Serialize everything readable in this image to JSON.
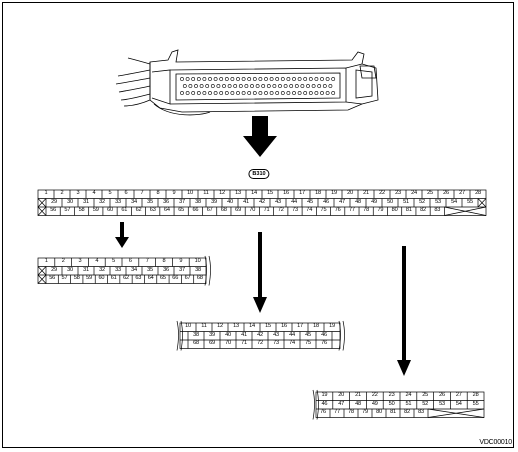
{
  "connector_label": "B310",
  "figure_code": "VDC00010",
  "full_connector": {
    "row1": [
      "1",
      "2",
      "3",
      "4",
      "5",
      "6",
      "7",
      "8",
      "9",
      "10",
      "11",
      "12",
      "13",
      "14",
      "15",
      "16",
      "17",
      "18",
      "19",
      "20",
      "21",
      "22",
      "23",
      "24",
      "25",
      "26",
      "27",
      "28"
    ],
    "row2": [
      "",
      "29",
      "30",
      "31",
      "32",
      "33",
      "34",
      "35",
      "36",
      "37",
      "38",
      "39",
      "40",
      "41",
      "42",
      "43",
      "44",
      "45",
      "46",
      "47",
      "48",
      "49",
      "50",
      "51",
      "52",
      "53",
      "54",
      "55",
      ""
    ],
    "row3": [
      "",
      "56",
      "57",
      "58",
      "59",
      "60",
      "61",
      "62",
      "63",
      "64",
      "65",
      "66",
      "67",
      "68",
      "69",
      "70",
      "71",
      "72",
      "73",
      "74",
      "75",
      "76",
      "77",
      "78",
      "79",
      "80",
      "81",
      "82",
      "83",
      ""
    ]
  },
  "section_left": {
    "row1": [
      "1",
      "2",
      "3",
      "4",
      "5",
      "6",
      "7",
      "8",
      "9",
      "10"
    ],
    "row2": [
      "29",
      "30",
      "31",
      "32",
      "33",
      "34",
      "35",
      "36",
      "37",
      "38"
    ],
    "row3": [
      "56",
      "57",
      "58",
      "59",
      "60",
      "61",
      "62",
      "63",
      "64",
      "65",
      "66",
      "67",
      "68"
    ]
  },
  "section_middle": {
    "row1": [
      "10",
      "11",
      "12",
      "13",
      "14",
      "15",
      "16",
      "17",
      "18",
      "19"
    ],
    "row2": [
      "38",
      "39",
      "40",
      "41",
      "42",
      "43",
      "44",
      "45",
      "46"
    ],
    "row3": [
      "68",
      "69",
      "70",
      "71",
      "72",
      "73",
      "74",
      "75",
      "76"
    ]
  },
  "section_right": {
    "row1": [
      "19",
      "20",
      "21",
      "22",
      "23",
      "24",
      "25",
      "26",
      "27",
      "28"
    ],
    "row2": [
      "46",
      "47",
      "48",
      "49",
      "50",
      "51",
      "52",
      "53",
      "54",
      "55"
    ],
    "row3": [
      "76",
      "77",
      "78",
      "79",
      "80",
      "81",
      "82",
      "83"
    ]
  }
}
